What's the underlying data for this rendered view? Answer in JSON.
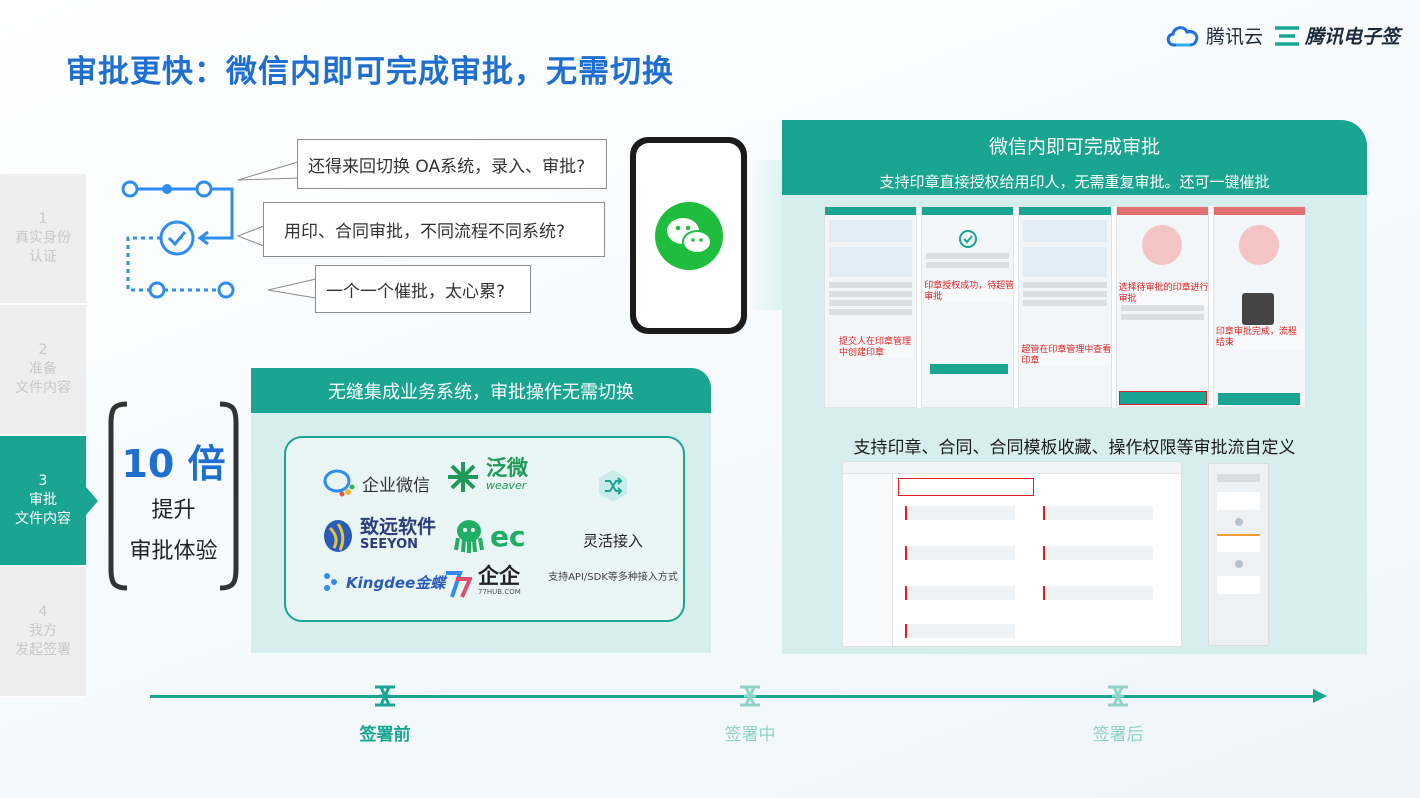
{
  "title": "审批更快：微信内即可完成审批，无需切换",
  "logos": {
    "cloud": "腾讯云",
    "esign": "腾讯电子签"
  },
  "steps": [
    {
      "num": "1",
      "line1": "真实身份",
      "line2": "认证",
      "active": false
    },
    {
      "num": "2",
      "line1": "准备",
      "line2": "文件内容",
      "active": false
    },
    {
      "num": "3",
      "line1": "审批",
      "line2": "文件内容",
      "active": true
    },
    {
      "num": "4",
      "line1": "我方",
      "line2": "发起签署",
      "active": false
    }
  ],
  "bubbles": {
    "b1": "还得来回切换 OA系统，录入、审批?",
    "b2": "用印、合同审批，不同流程不同系统?",
    "b3": "一个一个催批，太心累?"
  },
  "boost": {
    "big": "10 倍",
    "sub1": "提升",
    "sub2": "审批体验"
  },
  "integration": {
    "header": "无缝集成业务系统，审批操作无需切换",
    "brands": {
      "wecom": "企业微信",
      "weaver_cn": "泛微",
      "weaver_en": "weaver",
      "seeyon_cn": "致远软件",
      "seeyon_en": "SEEYON",
      "ec": "ec",
      "kingdee": "Kingdee金蝶",
      "qq_cn": "企企",
      "qq_en": "77HUB.COM"
    },
    "flex_title": "灵活接入",
    "flex_sub": "支持API/SDK等多种接入方式"
  },
  "right": {
    "header": "微信内即可完成审批",
    "subheader": "支持印章直接授权给用印人，无需重复审批。还可一键催批",
    "shot_labels": {
      "a": "提交人在印章管理中创建印章",
      "b": "印章授权成功，待超管审批",
      "c": "超管在印章管理中查看印章",
      "d": "选择待审批的印章进行审批",
      "e": "印章审批完成，流程结束"
    },
    "caption": "支持印章、合同、合同模板收藏、操作权限等审批流自定义"
  },
  "timeline": {
    "before": "签署前",
    "during": "签署中",
    "after": "签署后"
  },
  "colors": {
    "primary": "#1aa593",
    "title": "#1f6fd0"
  }
}
